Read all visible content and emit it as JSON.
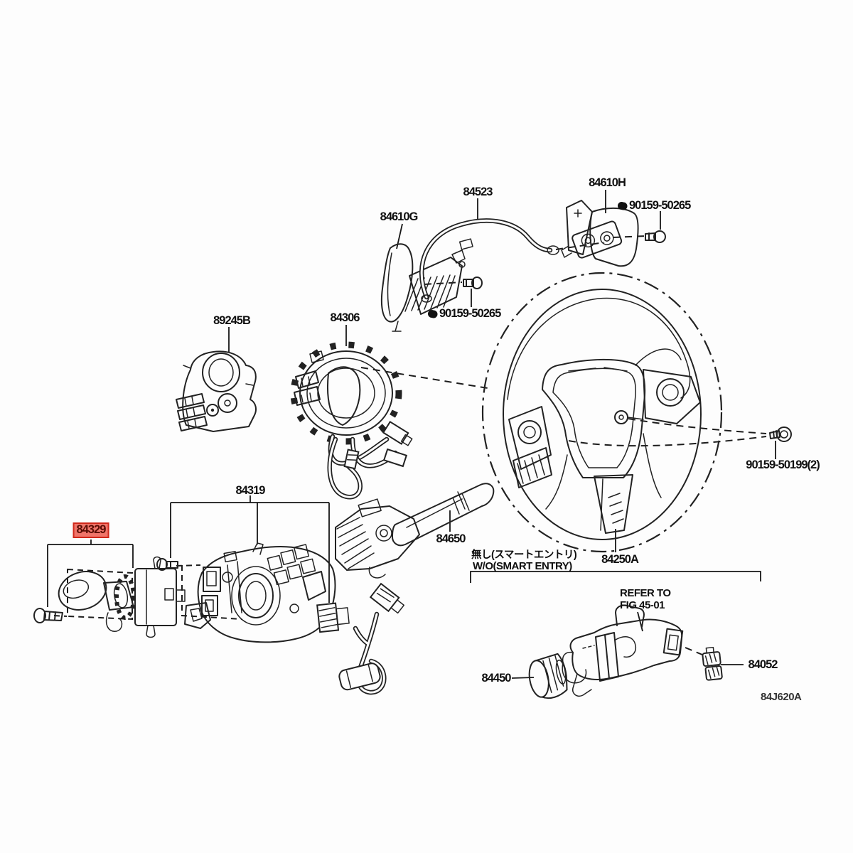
{
  "labels": {
    "cable_84523": "84523",
    "paddle_84610g": "84610G",
    "switch_84610h": "84610H",
    "screw_90159_50265_top": "90159-50265",
    "screw_90159_50265_mid": "90159-50265",
    "sensor_89245b": "89245B",
    "spiral_84306": "84306",
    "bracket_84319": "84319",
    "dimmer_84329": "84329",
    "lever_84650": "84650",
    "wheel_84250a": "84250A",
    "bolt_90159_50199": "90159-50199(2)",
    "note_jp": "無し(スマートエントリ)",
    "note_en": "W/O(SMART ENTRY)",
    "refer_line1": "REFER TO",
    "refer_line2": "FIG 45-01",
    "cylinder_84450": "84450",
    "part_84052": "84052",
    "figure_code": "84J620A"
  },
  "colors": {
    "highlight_fill": "#f0756a",
    "highlight_border": "#d0281a",
    "line_art": "#222222"
  }
}
